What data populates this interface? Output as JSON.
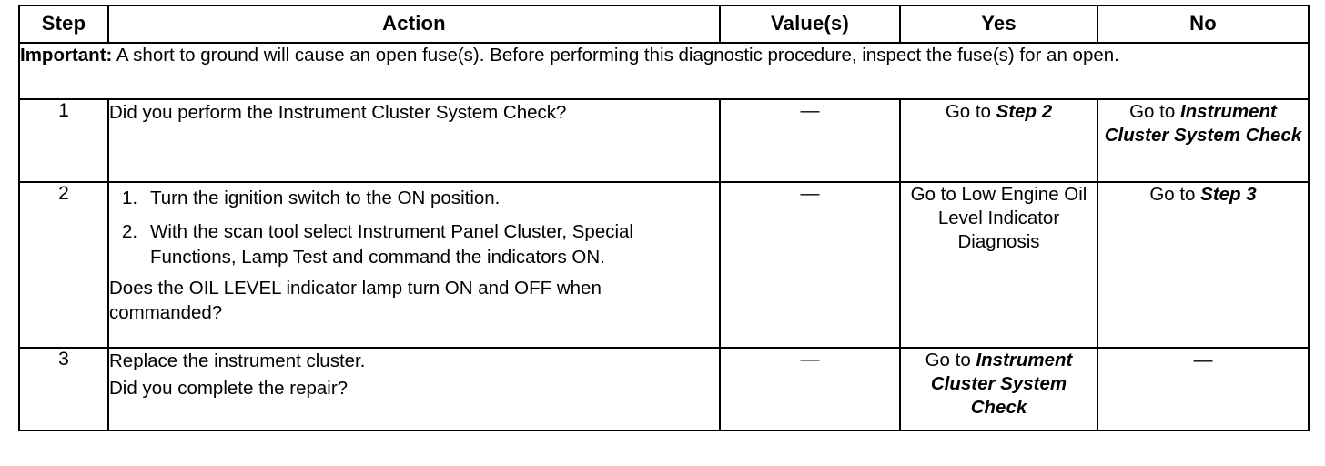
{
  "table": {
    "headers": {
      "step": "Step",
      "action": "Action",
      "value": "Value(s)",
      "yes": "Yes",
      "no": "No"
    },
    "note": {
      "label": "Important:",
      "text": " A short to ground will cause an open fuse(s). Before performing this diagnostic procedure, inspect the fuse(s) for an open."
    },
    "rows": [
      {
        "step": "1",
        "action_paragraphs": [
          "Did you perform the Instrument Cluster System Check?"
        ],
        "action_list": [],
        "action_question": "",
        "value": "—",
        "yes_lead": "Go to ",
        "yes_italic": "Step 2",
        "yes_align": "bottom",
        "no_lead": "Go to ",
        "no_italic": "Instrument Cluster System Check",
        "no_align": "top"
      },
      {
        "step": "2",
        "action_paragraphs": [],
        "action_list": [
          {
            "num": "1.",
            "text": "Turn the ignition switch to the ON position."
          },
          {
            "num": "2.",
            "text": "With the scan tool select Instrument Panel Cluster, Special Functions, Lamp Test and command the indicators ON."
          }
        ],
        "action_question": "Does the OIL LEVEL indicator lamp turn ON and OFF when commanded?",
        "value": "—",
        "yes_lead": "Go to Low Engine Oil Level Indicator Diagnosis",
        "yes_italic": "",
        "yes_align": "bottom",
        "no_lead": "Go to ",
        "no_italic": "Step 3",
        "no_align": "bottom"
      },
      {
        "step": "3",
        "action_paragraphs": [
          "Replace the instrument cluster.",
          "Did you complete the repair?"
        ],
        "action_list": [],
        "action_question": "",
        "value": "—",
        "yes_lead": "Go to ",
        "yes_italic": "Instrument Cluster System Check",
        "yes_align": "top",
        "no_lead": "—",
        "no_italic": "",
        "no_align": "middle"
      }
    ]
  },
  "colors": {
    "ink": "#000000",
    "paper": "#ffffff"
  }
}
